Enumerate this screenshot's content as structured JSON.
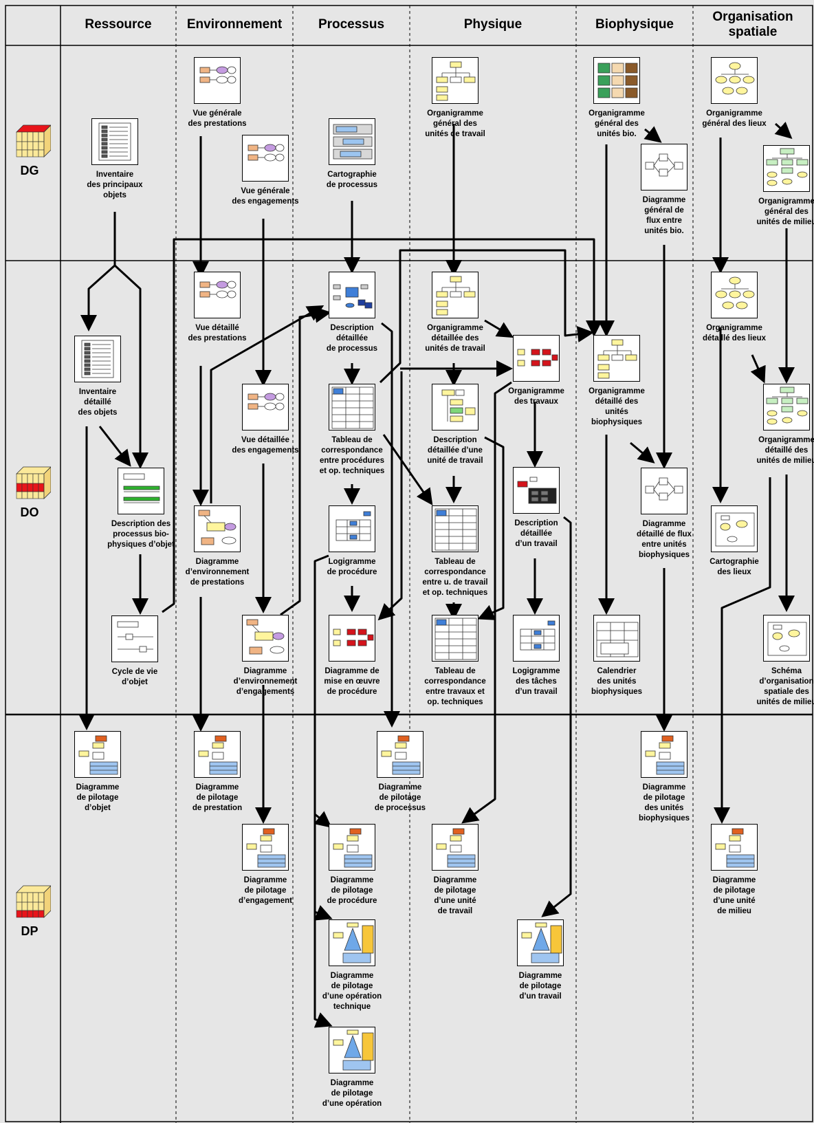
{
  "columns": [
    "Ressource",
    "Environnement",
    "Processus",
    "Physique",
    "Biophysique",
    "Organisation\nspatiale"
  ],
  "rows": [
    "DG",
    "DO",
    "DP"
  ],
  "nodes": [
    {
      "id": "inv_obj",
      "label": "Inventaire\ndes principaux\nobjets",
      "thumb": "list"
    },
    {
      "id": "vg_prest",
      "label": "Vue générale\ndes prestations",
      "thumb": "view"
    },
    {
      "id": "vg_eng",
      "label": "Vue générale\ndes engagements",
      "thumb": "view"
    },
    {
      "id": "carto_proc",
      "label": "Cartographie\nde processus",
      "thumb": "carto"
    },
    {
      "id": "org_gen_ut",
      "label": "Organigramme\ngénéral des\nunités de travail",
      "thumb": "org"
    },
    {
      "id": "org_gen_bio",
      "label": "Organigramme\ngénéral des\nunités bio.",
      "thumb": "biogrid"
    },
    {
      "id": "diag_flux_bio",
      "label": "Diagramme\ngénéral de\nflux entre\nunités bio.",
      "thumb": "flux"
    },
    {
      "id": "org_gen_lieux",
      "label": "Organigramme\ngénéral des lieux",
      "thumb": "yorg"
    },
    {
      "id": "org_gen_milieu",
      "label": "Organigramme\ngénéral des\nunités de milieu",
      "thumb": "gorg"
    },
    {
      "id": "inv_det_obj",
      "label": "Inventaire\ndétaillé\ndes objets",
      "thumb": "list"
    },
    {
      "id": "vd_prest",
      "label": "Vue détaillé\ndes prestations",
      "thumb": "view"
    },
    {
      "id": "desc_proc",
      "label": "Description\ndétaillée\nde processus",
      "thumb": "proc"
    },
    {
      "id": "org_det_ut",
      "label": "Organigramme\ndétaillée des\nunités de travail",
      "thumb": "org"
    },
    {
      "id": "org_trav",
      "label": "Organigramme\ndes travaux",
      "thumb": "redorg"
    },
    {
      "id": "org_det_bio",
      "label": "Organigramme\ndétaillé des\nunités\nbiophysiques",
      "thumb": "org"
    },
    {
      "id": "org_det_lieux",
      "label": "Organigramme\ndétaillé des lieux",
      "thumb": "yorg"
    },
    {
      "id": "vd_eng",
      "label": "Vue détaillée\ndes engagements",
      "thumb": "view"
    },
    {
      "id": "tab_corr_proc",
      "label": "Tableau de\ncorrespondance\nentre procédures\net op. techniques",
      "thumb": "table"
    },
    {
      "id": "desc_ut",
      "label": "Description\ndétaillée d’une\nunité de travail",
      "thumb": "ydesc"
    },
    {
      "id": "org_det_milieu",
      "label": "Organigramme\ndétaillé des\nunités de milieu",
      "thumb": "gorg"
    },
    {
      "id": "desc_proc_bio",
      "label": "Description des\nprocessus bio-\nphysiques d’objet",
      "thumb": "bars"
    },
    {
      "id": "diag_env_prest",
      "label": "Diagramme\nd’environnement\nde prestations",
      "thumb": "env"
    },
    {
      "id": "logi_proc",
      "label": "Logigramme\nde procédure",
      "thumb": "logi"
    },
    {
      "id": "tab_corr_ut",
      "label": "Tableau de\ncorrespondance\nentre u. de travail\net op. techniques",
      "thumb": "table"
    },
    {
      "id": "desc_trav",
      "label": "Description\ndétaillée\nd’un travail",
      "thumb": "redgrid"
    },
    {
      "id": "diag_flux_det",
      "label": "Diagramme\ndétaillé de flux\nentre unités\nbiophysiques",
      "thumb": "flux"
    },
    {
      "id": "carto_lieux",
      "label": "Cartographie\ndes lieux",
      "thumb": "map"
    },
    {
      "id": "cycle_obj",
      "label": "Cycle de vie\nd’objet",
      "thumb": "cycle"
    },
    {
      "id": "diag_env_eng",
      "label": "Diagramme\nd’environnement\nd’engagements",
      "thumb": "env"
    },
    {
      "id": "diag_mise",
      "label": "Diagramme de\nmise en œuvre\nde procédure",
      "thumb": "redorg"
    },
    {
      "id": "tab_corr_trav",
      "label": "Tableau de\ncorrespondance\nentre travaux et\nop. techniques",
      "thumb": "table"
    },
    {
      "id": "logi_taches",
      "label": "Logigramme\ndes tâches\nd’un travail",
      "thumb": "logi"
    },
    {
      "id": "calendrier",
      "label": "Calendrier\ndes unités\nbiophysiques",
      "thumb": "cal"
    },
    {
      "id": "schema_org",
      "label": "Schéma\nd’organisation\nspatiale des\nunités de milieu",
      "thumb": "map"
    },
    {
      "id": "pil_obj",
      "label": "Diagramme\nde pilotage\nd’objet",
      "thumb": "pilot"
    },
    {
      "id": "pil_prest",
      "label": "Diagramme\nde pilotage\nde prestation",
      "thumb": "pilot"
    },
    {
      "id": "pil_proc",
      "label": "Diagramme\nde pilotage\nde processus",
      "thumb": "pilot"
    },
    {
      "id": "pil_bio",
      "label": "Diagramme\nde pilotage\ndes unités\nbiophysiques",
      "thumb": "pilot"
    },
    {
      "id": "pil_eng",
      "label": "Diagramme\nde pilotage\nd’engagement",
      "thumb": "pilot"
    },
    {
      "id": "pil_procedure",
      "label": "Diagramme\nde pilotage\nde procédure",
      "thumb": "pilot"
    },
    {
      "id": "pil_ut",
      "label": "Diagramme\nde pilotage\nd’une unité\nde travail",
      "thumb": "pilot"
    },
    {
      "id": "pil_milieu",
      "label": "Diagramme\nde pilotage\nd’une unité\nde milieu",
      "thumb": "pilot"
    },
    {
      "id": "pil_op_tech",
      "label": "Diagramme\nde pilotage\nd’une opération\ntechnique",
      "thumb": "pilotcone"
    },
    {
      "id": "pil_trav",
      "label": "Diagramme\nde pilotage\nd’un travail",
      "thumb": "pilotcone"
    },
    {
      "id": "pil_op",
      "label": "Diagramme\nde pilotage\nd’une opération",
      "thumb": "pilotcone"
    }
  ],
  "colors": {
    "grid_bg": "#e6e6e6",
    "line": "#000000",
    "cube_red": "#e8141a",
    "cube_yellow": "#fbe99a",
    "blue": "#3f7fd8",
    "purple": "#c49be0",
    "red": "#d4141c",
    "green": "#c7efc2",
    "yellow": "#fff59d",
    "orange": "#f0b484"
  }
}
